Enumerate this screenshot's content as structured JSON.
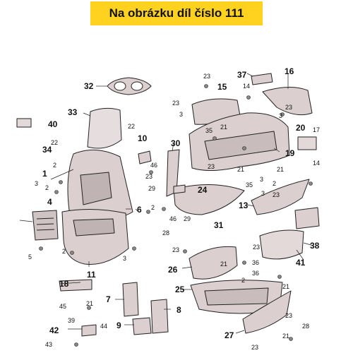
{
  "banner": {
    "text": "Na obrázku díl číslo 111",
    "color": "#ffd21f"
  },
  "part_color": "#dccfcf",
  "callouts": {
    "c32": "32",
    "c37": "37",
    "c16": "16",
    "c23a": "23",
    "c15": "15",
    "c14a": "14",
    "c33": "33",
    "c40": "40",
    "c23b": "23",
    "c3a": "3",
    "c3b": "3",
    "c23c": "23",
    "c20": "20",
    "c21a": "21",
    "c35": "35",
    "c17": "17",
    "c22a": "22",
    "c22b": "22",
    "c10": "10",
    "c34": "34",
    "c30": "30",
    "c2a": "2",
    "c1": "1",
    "c46": "46",
    "c19": "19",
    "c23d": "23",
    "c21b": "21",
    "c21c": "21",
    "c2b": "2",
    "c3c": "3",
    "c29a": "29",
    "c24": "24",
    "c14b": "14",
    "c35b": "35",
    "c2c": "2",
    "c3d": "3",
    "c3e": "3",
    "c23e": "23",
    "c23f": "23",
    "c4": "4",
    "c6": "6",
    "c2d": "2",
    "c46b": "46",
    "c29b": "29",
    "c31": "31",
    "c13": "13",
    "c28a": "28",
    "c5": "5",
    "c2e": "2",
    "c3f": "3",
    "c11": "11",
    "c38": "38",
    "c41": "41",
    "c23g": "23",
    "c26": "26",
    "c21d": "21",
    "c36a": "36",
    "c36b": "36",
    "c2f": "2",
    "c23h": "23",
    "c18": "18",
    "c25": "25",
    "c21e": "21",
    "c7": "7",
    "c8": "8",
    "c45": "45",
    "c21f": "21",
    "c9": "9",
    "c39": "39",
    "c44": "44",
    "c42": "42",
    "c43": "43",
    "c27": "27",
    "c23i": "23",
    "c28b": "28",
    "c21g": "21",
    "c23j": "23"
  }
}
